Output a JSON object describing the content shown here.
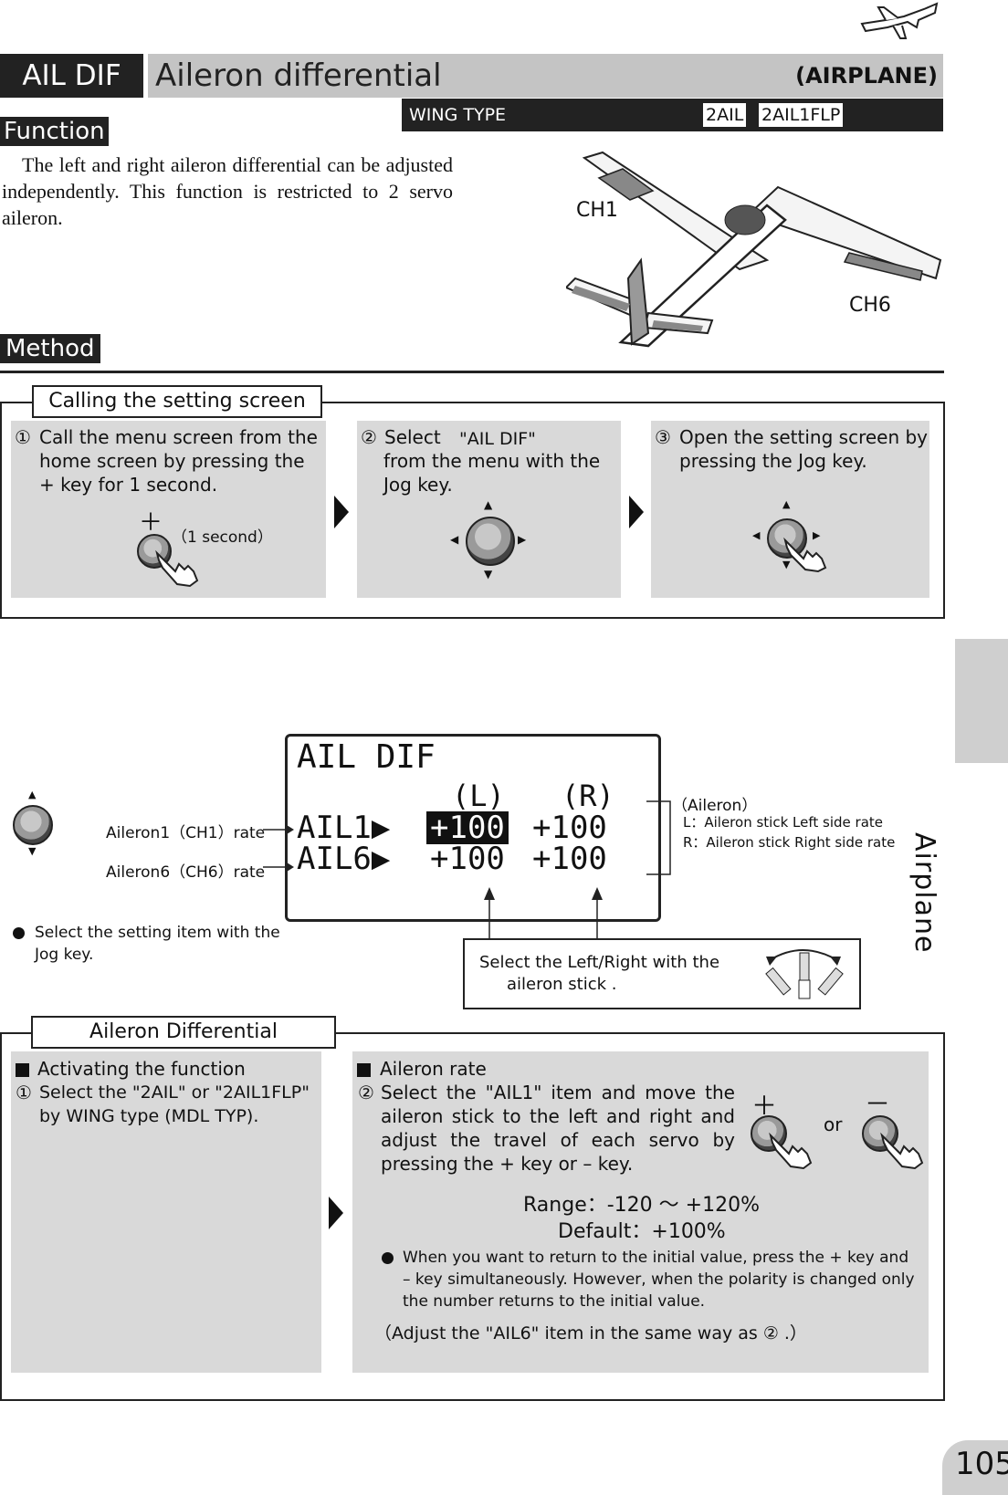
{
  "header": {
    "code": "AIL DIF",
    "title": "Aileron differential",
    "category": "(AIRPLANE)",
    "wing_type_label": "WING TYPE",
    "wing_types": [
      "2AIL",
      "2AIL1FLP"
    ]
  },
  "function": {
    "heading": "Function",
    "text": "The left and right aileron differential can be adjusted independently. This function is restricted to 2 servo aileron."
  },
  "plane_labels": {
    "ch1": "CH1",
    "ch6": "CH6"
  },
  "method": {
    "heading": "Method",
    "calling_title": "Calling the setting screen",
    "steps": [
      {
        "num": "①",
        "text": "Call the menu screen from the home screen by pressing the + key  for 1 second."
      },
      {
        "num": "②",
        "text_a": "Select",
        "text_b": "\"AIL DIF\"",
        "text_c": "from the menu with the Jog key."
      },
      {
        "num": "③",
        "text": "Open the setting screen by pressing the Jog key."
      }
    ],
    "plus_sign": "＋",
    "one_second": "（1 second）"
  },
  "lcd": {
    "title": "AIL DIF",
    "col_l": "(L)",
    "col_r": "(R)",
    "rows": [
      {
        "label": "AIL1▶",
        "l": "+100",
        "r": "+100"
      },
      {
        "label": "AIL6▶",
        "l": "+100",
        "r": "+100"
      }
    ]
  },
  "annotations": {
    "ail1": "Aileron1（CH1）rate",
    "ail6": "Aileron6（CH6）rate",
    "aileron_title": "（Aileron）",
    "l_desc": "L：Aileron stick Left side rate",
    "r_desc": "R：Aileron stick Right side rate",
    "select_item": "Select the setting item with the Jog key.",
    "stick_note_a": "Select the Left/Right  with the",
    "stick_note_b": "aileron stick ."
  },
  "diff": {
    "title": "Aileron Differential",
    "activating_head": "Activating the function",
    "activating_num": "①",
    "activating_text": "Select the \"2AIL\" or \"2AIL1FLP\" by WING type (MDL TYP).",
    "rate_head": "Aileron rate",
    "rate_num": "②",
    "rate_text": "Select the \"AIL1\" item and move the aileron stick to the left and right and adjust the travel of each servo by pressing the + key or – key.",
    "or": "or",
    "minus_sign": "－",
    "range": "Range：-120 ～  +120%",
    "default": "Default：+100%",
    "note": "When you want to return to the initial value, press the + key and – key simultaneously. However, when the polarity is changed only the number returns to the initial value.",
    "adjust": "（Adjust the \"AIL6\" item in the same way as ② .）"
  },
  "side_tab": "Airplane",
  "page_number": "105"
}
